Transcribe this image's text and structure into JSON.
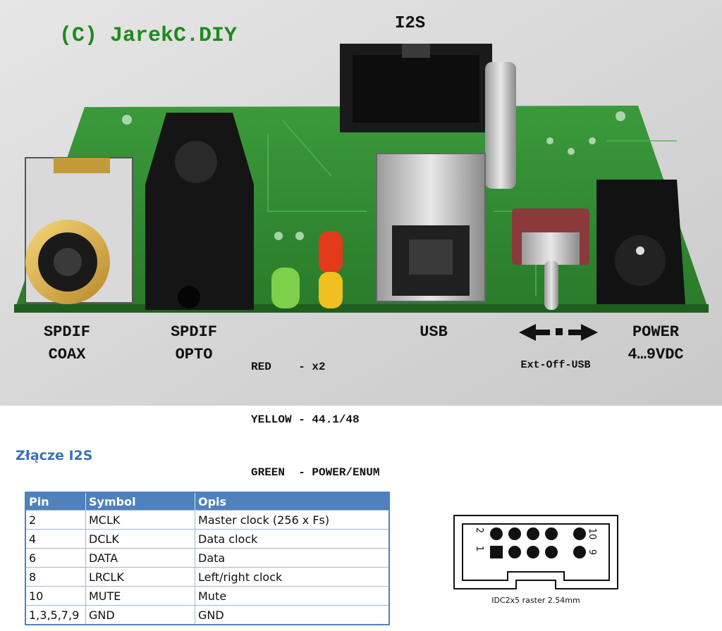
{
  "photo": {
    "copyright": "(C) JarekC.DIY",
    "i2s_label": "I2S",
    "labels": {
      "spdif_coax": [
        "SPDIF",
        "COAX"
      ],
      "spdif_opto": [
        "SPDIF",
        "OPTO"
      ],
      "usb": "USB",
      "power": [
        "POWER",
        "4…9VDC"
      ],
      "switch_caption": "Ext-Off-USB"
    },
    "led_legend": [
      "RED    - x2",
      "YELLOW - 44.1/48",
      "GREEN  - POWER/ENUM"
    ],
    "colors": {
      "pcb": "#2f8a2f",
      "copyright_text": "#1e8a1e"
    }
  },
  "section": {
    "title": "Złącze I2S"
  },
  "pin_table": {
    "columns": [
      "Pin",
      "Symbol",
      "Opis"
    ],
    "rows": [
      [
        "2",
        "MCLK",
        "Master clock (256 x Fs)"
      ],
      [
        "4",
        "DCLK",
        "Data clock"
      ],
      [
        "6",
        "DATA",
        "Data"
      ],
      [
        "8",
        "LRCLK",
        "Left/right clock"
      ],
      [
        "10",
        "MUTE",
        "Mute"
      ],
      [
        "1,3,5,7,9",
        "GND",
        "GND"
      ]
    ],
    "header_color": "#4f81bd"
  },
  "connector": {
    "caption": "IDC2x5 raster 2.54mm",
    "pin_labels": {
      "top_left": "2",
      "top_right": "10",
      "bottom_left": "1",
      "bottom_right": "9"
    }
  }
}
